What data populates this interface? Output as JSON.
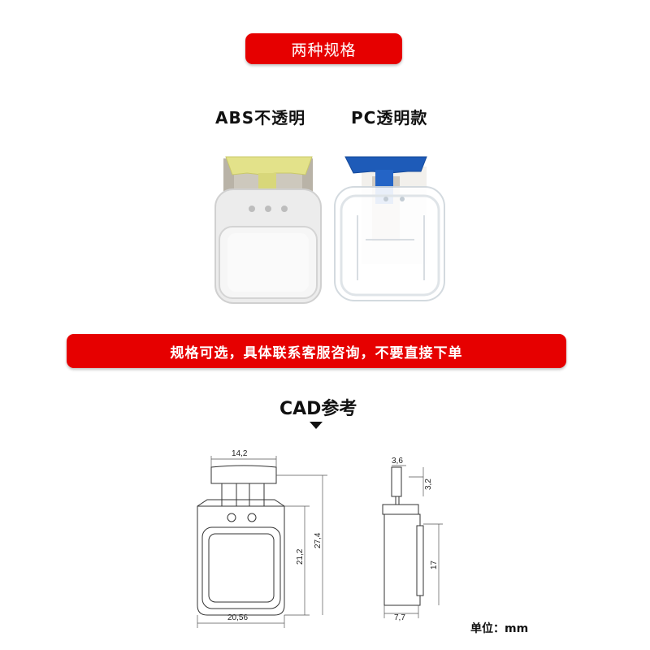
{
  "banner_top": {
    "text": "两种规格"
  },
  "specs": {
    "abs_label": "ABS不透明",
    "pc_label": "PC透明款"
  },
  "banner_middle": {
    "text": "规格可选，具体联系客服咨询，不要直接下单"
  },
  "cad": {
    "title": "CAD参考",
    "dimensions": {
      "top_width": "14,2",
      "bottom_width": "20,56",
      "body_height": "21,2",
      "total_height": "27,4",
      "side_top_width": "3,6",
      "side_top_height": "3,2",
      "side_body_height": "17",
      "side_bottom_width": "7,7"
    }
  },
  "unit": "单位：mm",
  "colors": {
    "banner_red": "#e60000",
    "abs_handle": "#e3e28a",
    "pc_handle": "#1e5bb8",
    "abs_body": "#ececec"
  }
}
